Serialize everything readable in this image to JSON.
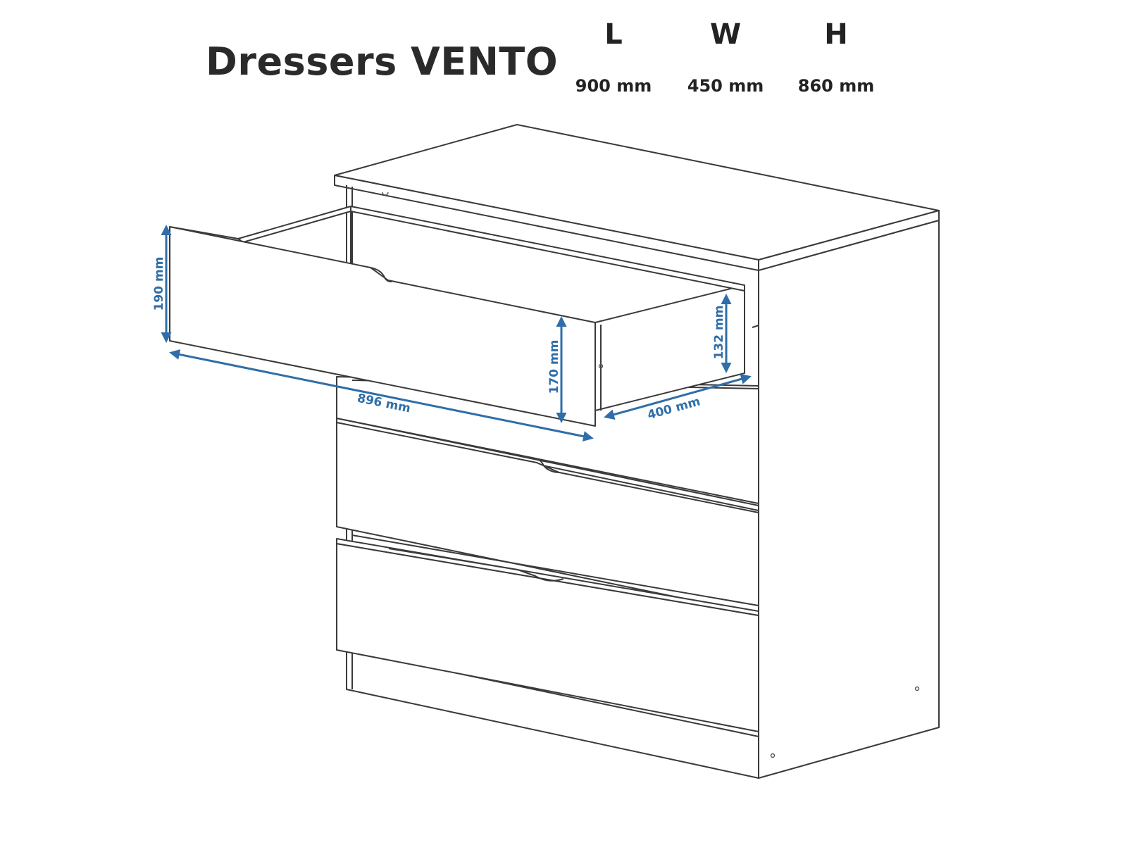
{
  "title": "Dressers VENTO",
  "overall": [
    {
      "letter": "L",
      "value": "900 mm"
    },
    {
      "letter": "W",
      "value": "450 mm"
    },
    {
      "letter": "H",
      "value": "860 mm"
    }
  ],
  "drawer_dimensions": {
    "front_height": "190 mm",
    "front_width": "896 mm",
    "side_height": "170 mm",
    "inner_height": "132 mm",
    "depth": "400 mm"
  },
  "colors": {
    "dimension": "#2f6ea8",
    "line": "#3a3a3a"
  }
}
